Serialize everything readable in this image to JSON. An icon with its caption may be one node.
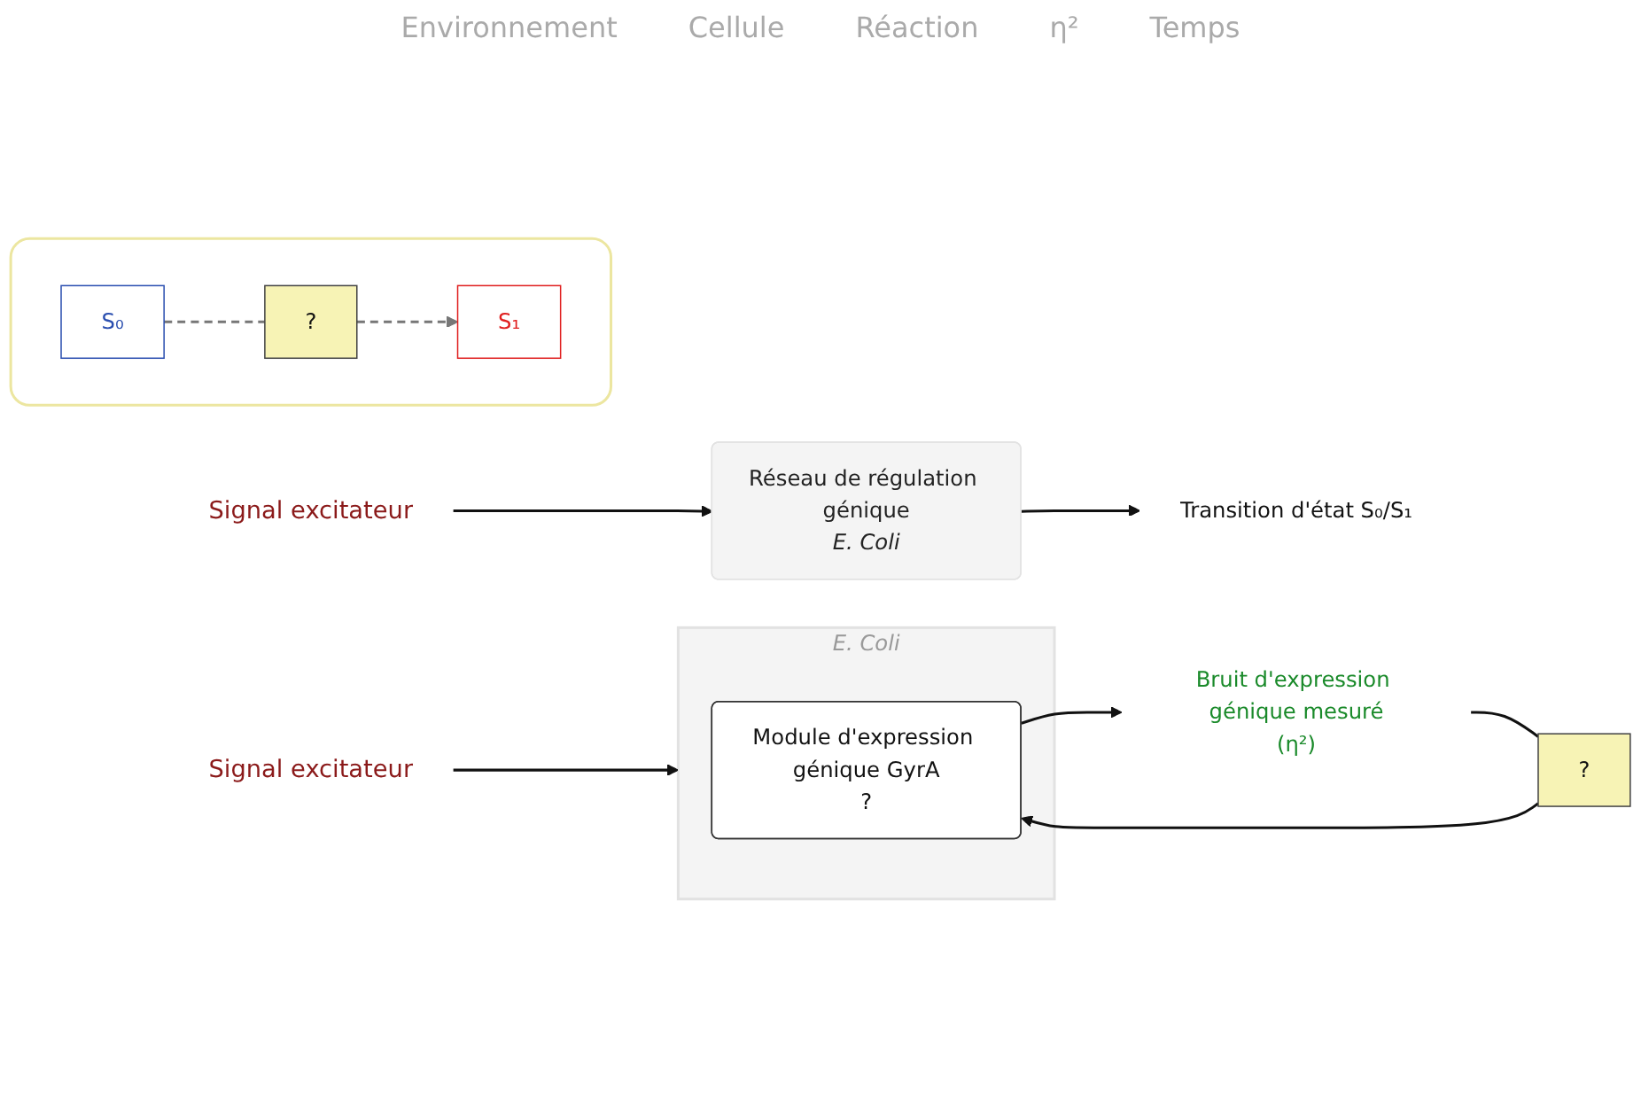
{
  "diagram": {
    "nodes": [
      {
        "text": [
          "Signal excitateur"
        ]
      },
      {
        "text": [
          "Réseau de régulation génique",
          "E. Coli"
        ]
      },
      {
        "text": [
          "Transition d'état S₀/S₁"
        ]
      },
      {
        "text": [],
        "shape": "box"
      },
      {
        "text": [
          "S₀"
        ],
        "in": 3
      },
      {
        "text": [
          "?"
        ],
        "in": 3
      },
      {
        "text": [
          "S₁"
        ],
        "in": 3
      },
      {
        "text": [
          "Signal excitateur"
        ]
      },
      {
        "text": [
          "E. Coli"
        ]
      },
      {
        "text": [
          "Module d'expression génique GyrA",
          "?"
        ],
        "in": 8
      },
      {
        "text": [
          "Bruit d'expression génique mesuré",
          "(η²)"
        ]
      },
      {
        "text": [
          "?"
        ]
      }
    ],
    "edges": [
      {
        "from": 0,
        "to": 1,
        "arrow": "to"
      },
      {
        "from": 1,
        "to": 2,
        "arrow": "to"
      },
      {
        "from": 4,
        "to": 5,
        "arrow": "none",
        "style": "dashed",
        "color": "#777777"
      },
      {
        "from": 5,
        "to": 6,
        "arrow": "to",
        "style": "dashed",
        "color": "#777777"
      },
      {
        "from": 7,
        "to": 8,
        "arrow": "to"
      },
      {
        "from": 9,
        "to": 10,
        "arrow": "to"
      },
      {
        "from": 10,
        "to": 11,
        "arrow": "none"
      },
      {
        "from": 11,
        "to": 9,
        "arrow": "to"
      }
    ],
    "labels": [
      "Environnement",
      "Cellule",
      "Réaction",
      "η²",
      "Temps"
    ]
  }
}
